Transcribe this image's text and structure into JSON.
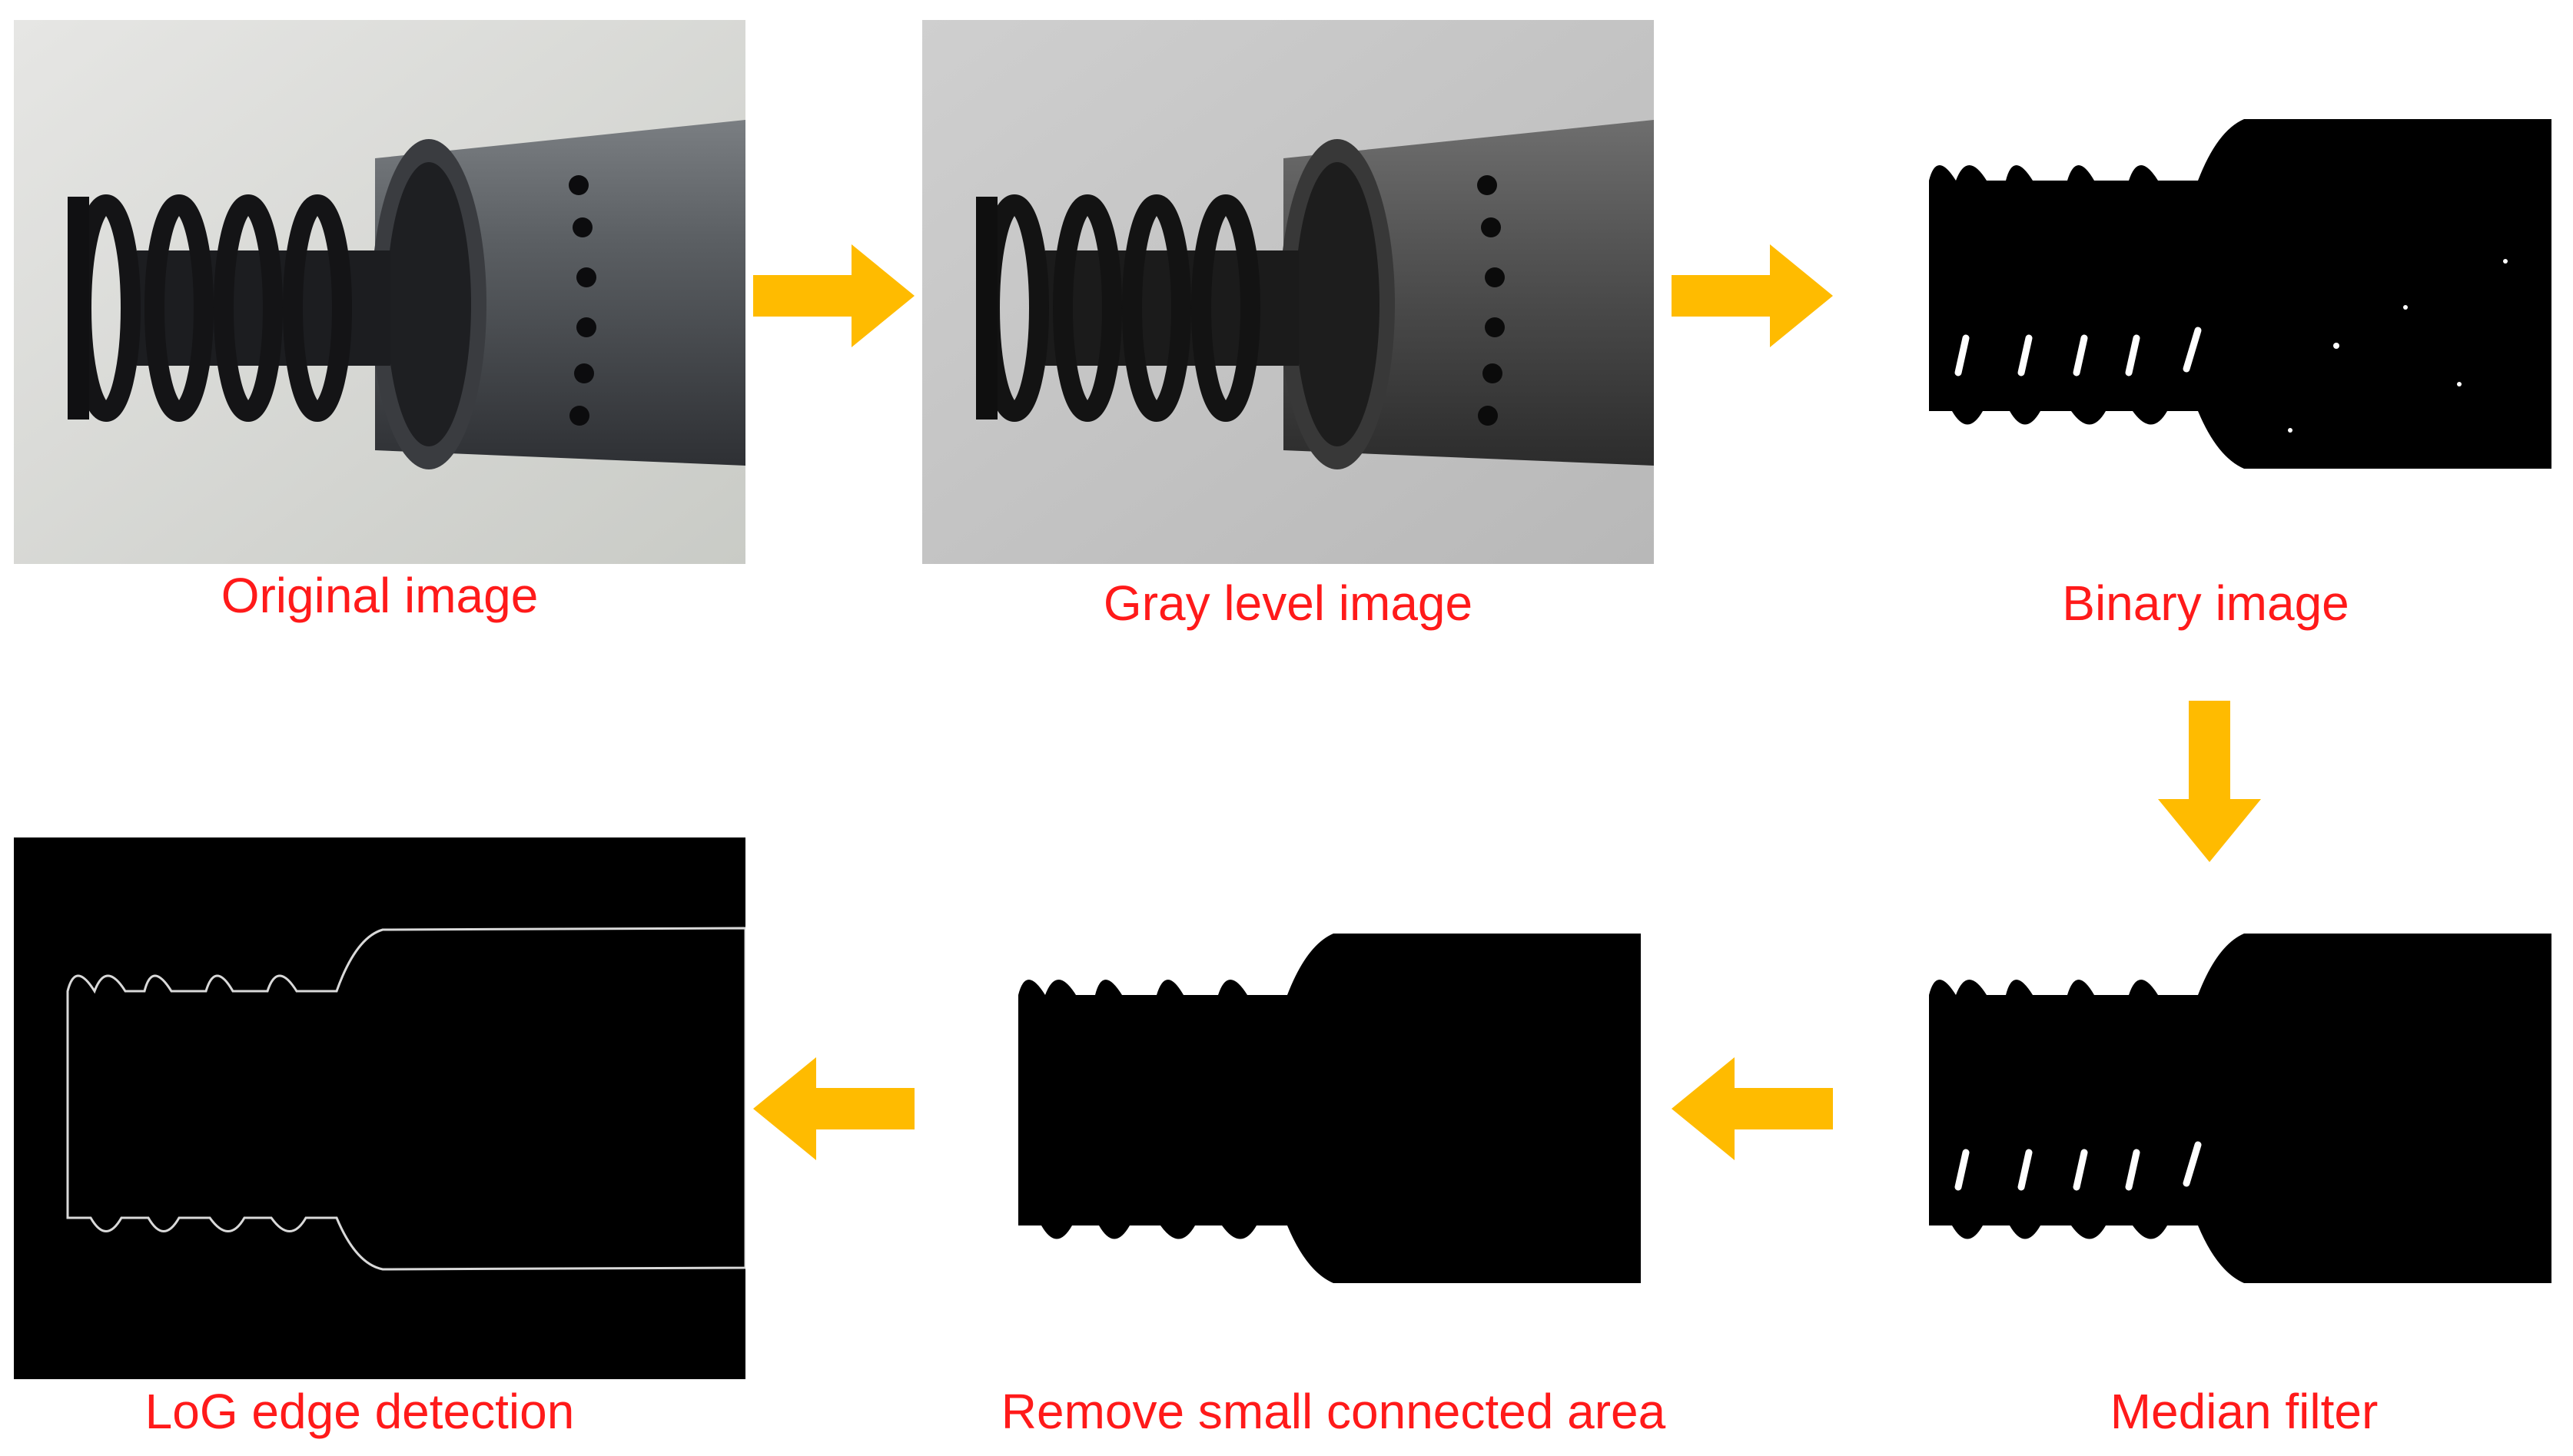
{
  "stages": [
    {
      "id": "original",
      "label": "Original image"
    },
    {
      "id": "gray",
      "label": "Gray level image"
    },
    {
      "id": "binary",
      "label": "Binary image"
    },
    {
      "id": "median",
      "label": "Median filter"
    },
    {
      "id": "remove",
      "label": "Remove small connected area"
    },
    {
      "id": "log",
      "label": "LoG edge detection"
    }
  ],
  "colors": {
    "caption": "#ff1a1a",
    "arrow": "#ffbb00",
    "edge": "#d9d9d9"
  },
  "arrows": [
    {
      "from": "original",
      "to": "gray",
      "direction": "right"
    },
    {
      "from": "gray",
      "to": "binary",
      "direction": "right"
    },
    {
      "from": "binary",
      "to": "median",
      "direction": "down"
    },
    {
      "from": "median",
      "to": "remove",
      "direction": "left"
    },
    {
      "from": "remove",
      "to": "log",
      "direction": "left"
    }
  ]
}
